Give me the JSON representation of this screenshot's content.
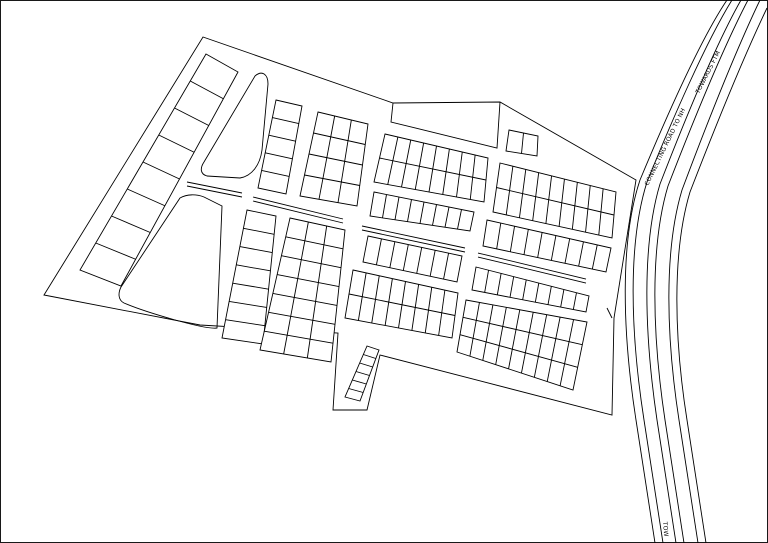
{
  "drawing": {
    "road_labels": {
      "connecting_road": "CONNECTING ROAD TO NH",
      "towards_top": "TOWARDS FTM",
      "towards_bottom": "TOW"
    }
  }
}
